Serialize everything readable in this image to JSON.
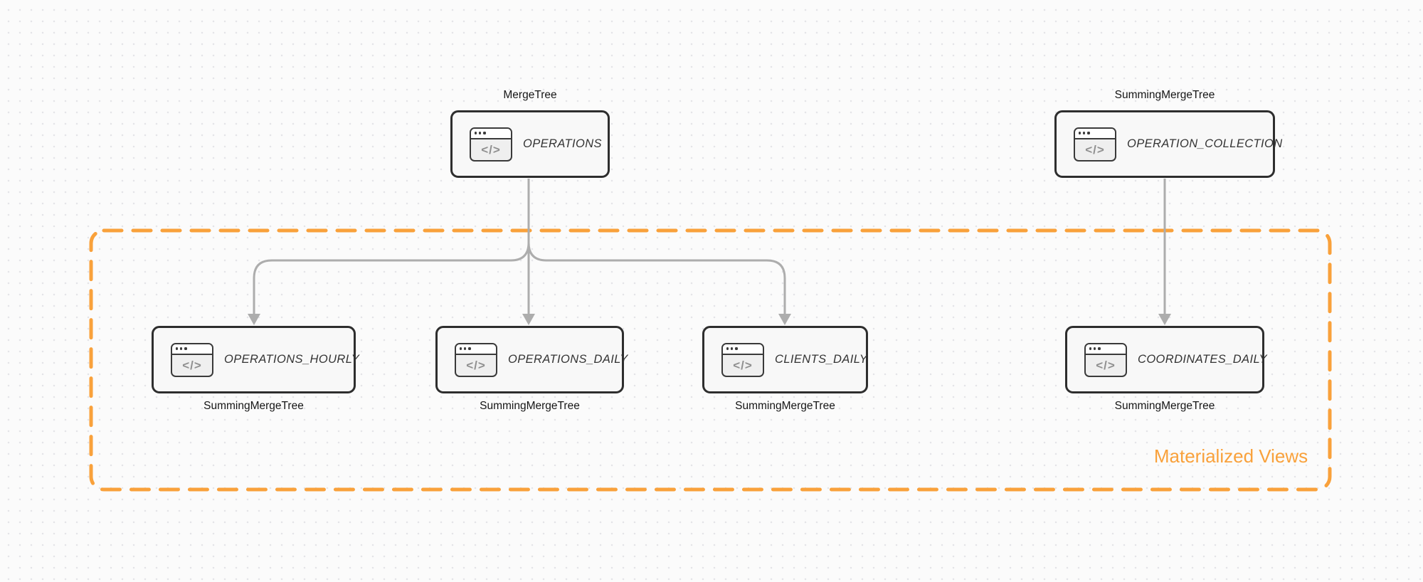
{
  "diagram": {
    "group": {
      "label": "Materialized Views"
    },
    "icon": {
      "name": "code-window-icon",
      "glyph": "</>"
    },
    "nodes": [
      {
        "id": "operations",
        "label": "OPERATIONS",
        "engine": "MergeTree",
        "engine_position": "top"
      },
      {
        "id": "operation-collection",
        "label": "OPERATION_COLLECTION",
        "engine": "SummingMergeTree",
        "engine_position": "top"
      },
      {
        "id": "operations-hourly",
        "label": "OPERATIONS_HOURLY",
        "engine": "SummingMergeTree",
        "engine_position": "bottom"
      },
      {
        "id": "operations-daily",
        "label": "OPERATIONS_DAILY",
        "engine": "SummingMergeTree",
        "engine_position": "bottom"
      },
      {
        "id": "clients-daily",
        "label": "CLIENTS_DAILY",
        "engine": "SummingMergeTree",
        "engine_position": "bottom"
      },
      {
        "id": "coordinates-daily",
        "label": "COORDINATES_DAILY",
        "engine": "SummingMergeTree",
        "engine_position": "bottom"
      }
    ],
    "colors": {
      "accent_orange": "#F9A13B",
      "arrow_gray": "#ADADAD",
      "node_border": "#2E2E2E",
      "node_fill": "#F8F8F8",
      "background": "#FBFBFB"
    }
  }
}
